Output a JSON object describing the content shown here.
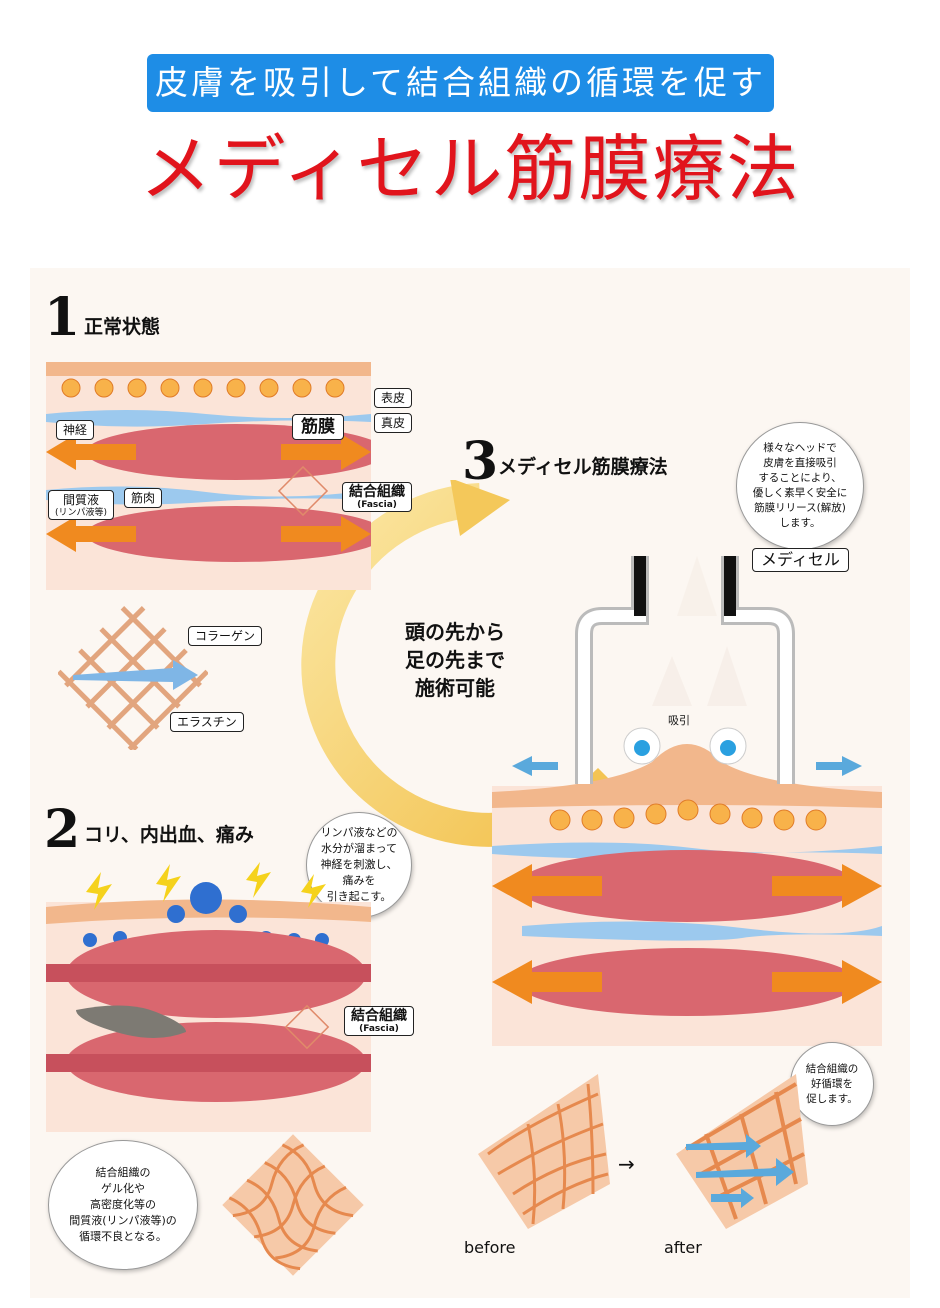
{
  "header": {
    "banner": "皮膚を吸引して結合組織の循環を促す",
    "title": "メディセル筋膜療法"
  },
  "section1": {
    "number": "1",
    "title": "正常状態",
    "labels": {
      "epidermis": "表皮",
      "dermis": "真皮",
      "nerve": "神経",
      "fascia": "筋膜",
      "interstitial": "間質液",
      "interstitial_sub": "(リンパ液等)",
      "muscle": "筋肉",
      "connective": "結合組織",
      "connective_sub": "(Fascia)",
      "collagen": "コラーゲン",
      "elastin": "エラスチン"
    }
  },
  "section2": {
    "number": "2",
    "title": "コリ、内出血、痛み",
    "bubble_top": [
      "リンパ液などの",
      "水分が溜まって",
      "神経を刺激し、",
      "痛みを",
      "引き起こす。"
    ],
    "connective": "結合組織",
    "connective_sub": "(Fascia)",
    "bubble_bottom": [
      "結合組織の",
      "ゲル化や",
      "高密度化等の",
      "間質液(リンパ液等)の",
      "循環不良となる。"
    ]
  },
  "section3": {
    "number": "3",
    "title": "メディセル筋膜療法",
    "bubble_top": [
      "様々なヘッドで",
      "皮膚を直接吸引",
      "することにより、",
      "優しく素早く安全に",
      "筋膜リリース(解放)",
      "します。"
    ],
    "device_label": "メディセル",
    "suction_label": "吸引",
    "bubble_bottom": [
      "結合組織の",
      "好循環を",
      "促します。"
    ],
    "before": "before",
    "after": "after",
    "arrow": "→"
  },
  "center_text": [
    "頭の先から",
    "足の先まで",
    "施術可能"
  ],
  "colors": {
    "banner": "#1e8de6",
    "title": "#e1141c",
    "muscle": "#d9676f",
    "skin": "#f2b78c",
    "arrow": "#f5a21f",
    "ring": "#f4c85a"
  }
}
